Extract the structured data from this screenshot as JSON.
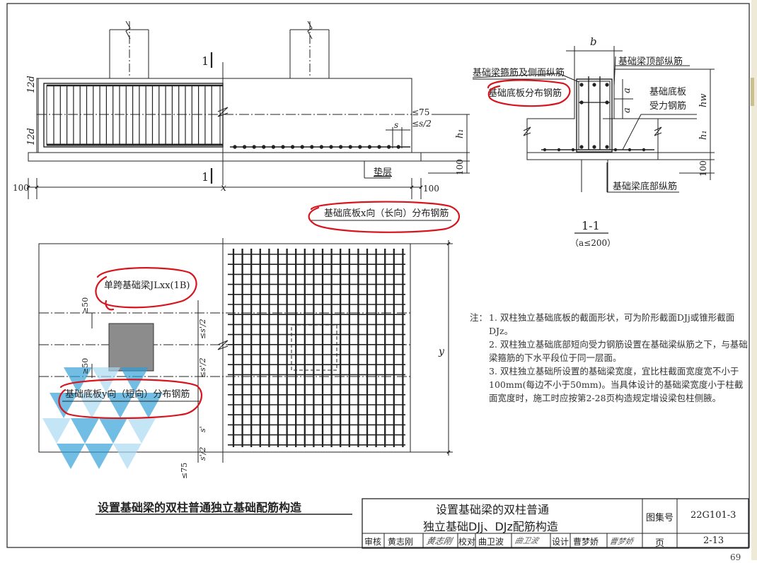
{
  "elevation": {
    "dim_12d_top": "12d",
    "dim_12d_bottom": "12d",
    "le75": "≤75",
    "les2": "≤s/2",
    "s": "s",
    "h1": "h₁",
    "dim100_right": "100",
    "dim100_left": "100",
    "dim100_bottom": "100",
    "x": "x",
    "cut_mark": "1",
    "cushion": "垫层"
  },
  "section": {
    "b": "b",
    "top_bars": "基础梁顶部纵筋",
    "stirrups_side": "基础梁箍筋及侧面纵筋",
    "slab_dist": "基础底板分布钢筋",
    "slab_main_1": "基础底板",
    "slab_main_2": "受力钢筋",
    "a": "a",
    "hw": "hw",
    "h1": "h₁",
    "dim100": "100",
    "bottom_bars": "基础梁底部纵筋",
    "title": "1-1",
    "subtitle": "（a≤200）"
  },
  "plan": {
    "long_dist": "基础底板x向（长向）分布钢筋",
    "beam": "单跨基础梁JLxx(1B)",
    "ge50_top": "≥50",
    "ge50_bottom": "≥50",
    "short_dist": "基础底板y向（短向）分布钢筋",
    "s2_a": "≤s'/2",
    "s2_b": "≤s'/2",
    "s_prime": "s'",
    "s2_c": "s'/2",
    "le75": "≤75",
    "y": "y"
  },
  "notes": {
    "label": "注：",
    "items": [
      "1. 双柱独立基础底板的截面形状，可为阶形截面DJj或锥形截面DJz。",
      "2. 双柱独立基础底部短向受力钢筋设置在基础梁纵筋之下，与基础梁箍筋的下水平段位于同一层面。",
      "3. 双柱独立基础所设置的基础梁宽度，宜比柱截面宽度宽不小于100mm(每边不小于50mm)。当具体设计的基础梁宽度小于柱截面宽度时，施工时应按第2-28页构造规定增设梁包柱侧腋。"
    ]
  },
  "title_block": {
    "main_title": "设置基础梁的双柱普通独立基础配筋构造",
    "title_line1": "设置基础梁的双柱普通",
    "title_line2": "独立基础DJj、DJz配筋构造",
    "atlas_label": "图集号",
    "atlas_no": "22G101-3",
    "page_label": "页",
    "page_no": "2-13",
    "review_label": "审核",
    "reviewer": "黄志刚",
    "reviewer_sign": "黄志刚",
    "check_label": "校对",
    "checker": "曲卫波",
    "checker_sign": "曲卫波",
    "design_label": "设计",
    "designer": "曹梦娇",
    "designer_sign": "曹梦娇"
  },
  "page_number_corner": "69",
  "colors": {
    "line": "#222222",
    "annotation_red": "#d8141c",
    "watermark_blue": "#2f9ed6",
    "column_fill": "#8c8c8c",
    "paper": "#ffffff",
    "scan_edge": "#f0ecdf"
  }
}
